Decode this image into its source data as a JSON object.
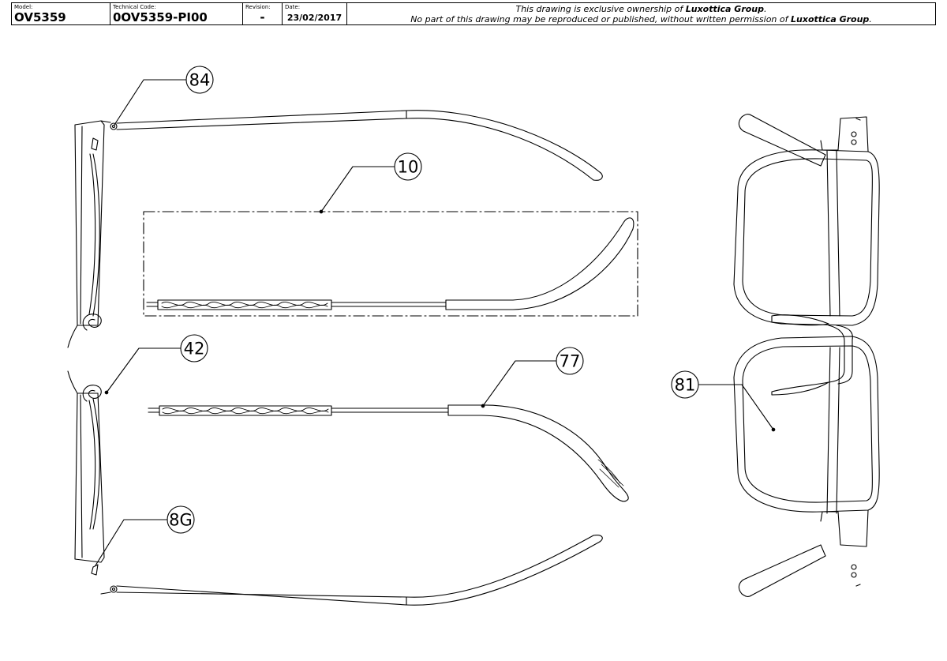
{
  "title_block": {
    "model_label": "Model:",
    "model_value": "OV5359",
    "technical_code_label": "Technical Code:",
    "technical_code_value": "0OV5359-PI00",
    "revision_label": "Revision:",
    "revision_value": "-",
    "date_label": "Date:",
    "date_value": "23/02/2017",
    "ownership_line_1_prefix": "This drawing is exclusive ownership of ",
    "ownership_line_1_brand": "Luxottica Group",
    "ownership_line_1_suffix": ".",
    "ownership_line_2_prefix": "No part of this drawing may be reproduced or published, without written permission of ",
    "ownership_line_2_brand": "Luxottica Group",
    "ownership_line_2_suffix": "."
  },
  "callouts": [
    {
      "label": "84"
    },
    {
      "label": "10"
    },
    {
      "label": "42"
    },
    {
      "label": "77"
    },
    {
      "label": "8G"
    },
    {
      "label": "81"
    }
  ],
  "colors": {
    "line": "#000000",
    "background": "#ffffff"
  }
}
